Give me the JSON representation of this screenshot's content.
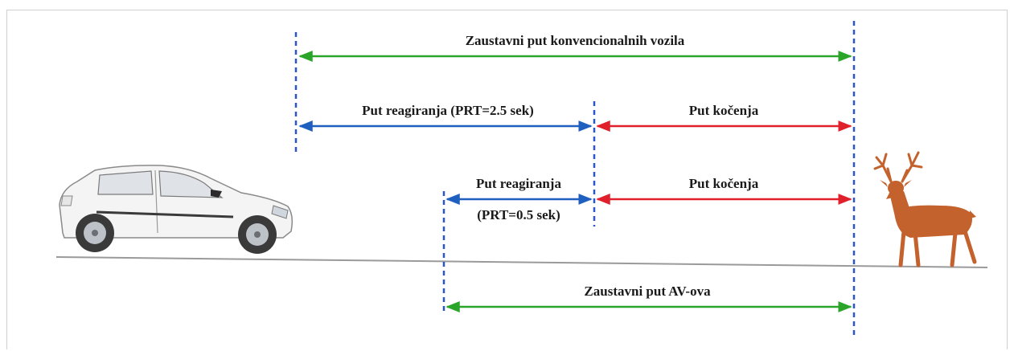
{
  "labels": {
    "conventional_stopping": "Zaustavni put konvencionalnih vozila",
    "reaction_conventional": "Put reagiranja (PRT=2.5 sek)",
    "braking_conventional": "Put kočenja",
    "reaction_av_line1": "Put reagiranja",
    "reaction_av_line2": "(PRT=0.5 sek)",
    "braking_av": "Put kočenja",
    "av_stopping": "Zaustavni put AV-ova"
  },
  "values": {
    "prt_conventional_sec": 2.5,
    "prt_av_sec": 0.5
  },
  "colors": {
    "green_arrow": "#2aa52a",
    "blue_arrow": "#1f5fbf",
    "red_arrow": "#e0202a",
    "dashed_line": "#2a56c6",
    "ground": "#9a9a9a",
    "deer": "#c4622d",
    "car_body": "#f4f4f4"
  },
  "icons": {
    "car": "car-icon",
    "deer": "deer-icon"
  }
}
